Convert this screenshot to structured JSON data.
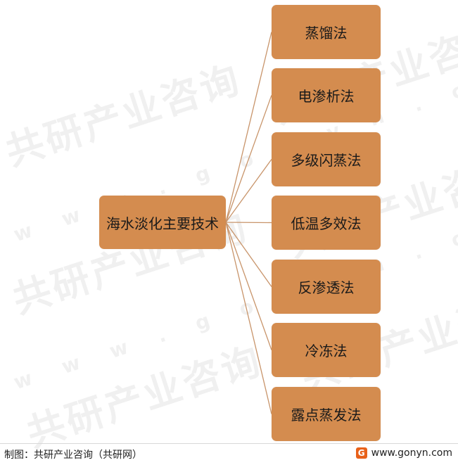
{
  "diagram": {
    "root_label": "海水淡化主要技术",
    "leaves": [
      "蒸馏法",
      "电渗析法",
      "多级闪蒸法",
      "低温多效法",
      "反渗透法",
      "冷冻法",
      "露点蒸发法"
    ],
    "colors": {
      "box": "#d48c4f",
      "connector": "#c8946a",
      "text": "#1a1a1a"
    }
  },
  "watermark": {
    "brand": "共研产业咨询",
    "url": "w w w . g o n y n . c o m"
  },
  "footer": {
    "source": "制图：共研产业咨询（共研网）",
    "site": "www.gonyn.com",
    "logo_icon": "gonyn-logo-icon",
    "logo_glyph": "G"
  }
}
